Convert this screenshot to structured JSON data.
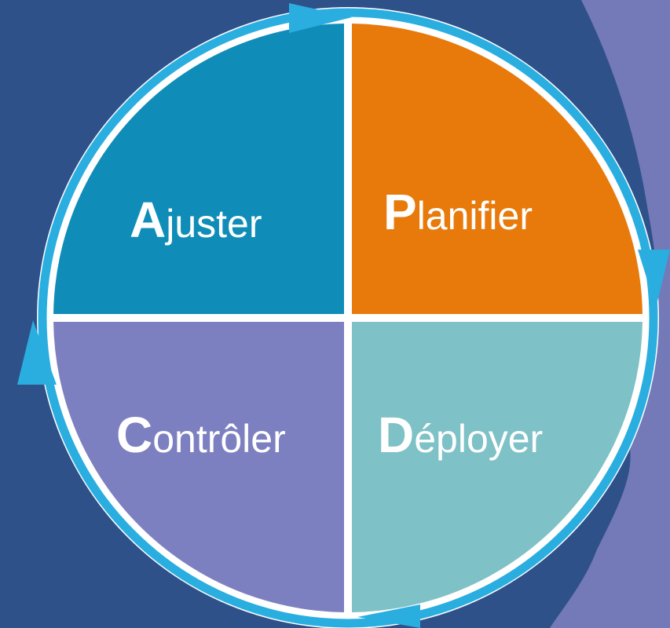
{
  "diagram": {
    "quadrants": [
      {
        "id": "plan",
        "initial": "P",
        "rest": "lanifier",
        "color": "#e87a0c"
      },
      {
        "id": "do",
        "initial": "D",
        "rest": "éployer",
        "color": "#7ec1c6"
      },
      {
        "id": "check",
        "initial": "C",
        "rest": "ontrôler",
        "color": "#7d80c0"
      },
      {
        "id": "act",
        "initial": "A",
        "rest": "juster",
        "color": "#0f8db8"
      }
    ],
    "colors": {
      "background": "#2f5189",
      "background_shape": "#7479b8",
      "cycle_arrow": "#2aaee0",
      "ring": "#ffffff",
      "text": "#ffffff"
    },
    "cycle_direction": "clockwise"
  }
}
